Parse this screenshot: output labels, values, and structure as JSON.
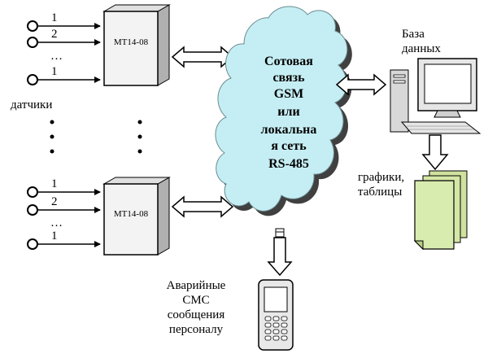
{
  "sensor_group_top": {
    "inputs": [
      "1",
      "2",
      "…",
      "1"
    ],
    "device_label": "МТ14-08"
  },
  "sensor_group_bottom": {
    "inputs": [
      "1",
      "2",
      "…",
      "1"
    ],
    "device_label": "МТ14-08"
  },
  "sensors_label": "датчики",
  "cloud_lines": [
    "Сотовая",
    "связь",
    "GSM",
    "или",
    "локальна",
    "я сеть",
    "RS-485"
  ],
  "database_lines": [
    "База",
    "данных"
  ],
  "reports_lines": [
    "графики,",
    "таблицы"
  ],
  "sms_lines": [
    "Аварийные",
    "СМС",
    "сообщения",
    "персоналу"
  ],
  "colors": {
    "cloud_fill": "#c5eef4",
    "cloud_shadow": "#404040",
    "document_fill": "#d9ecb0",
    "monitor_fill": "#e6e6e6"
  }
}
